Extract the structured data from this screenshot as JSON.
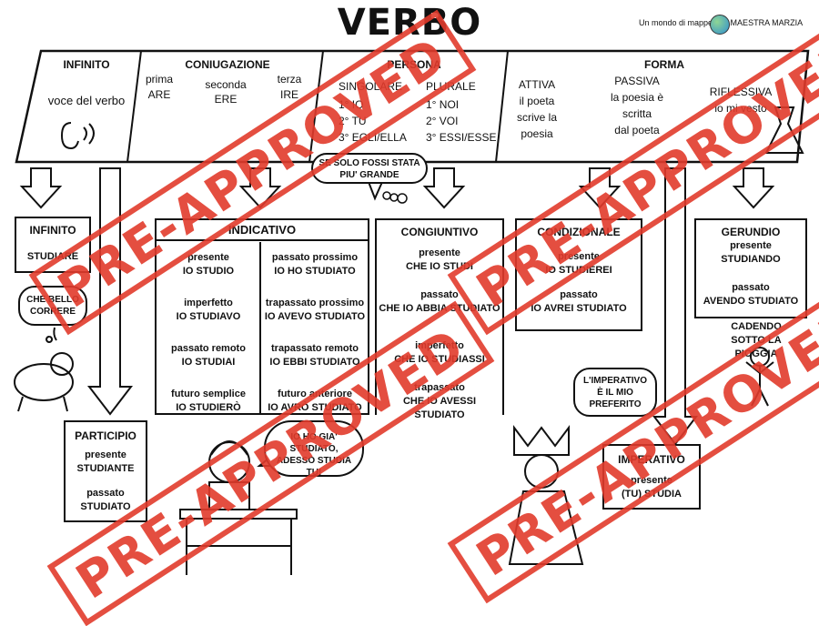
{
  "title": "VERBO",
  "brand": "Un mondo di mappe con MAESTRA MARZIA",
  "header": {
    "infinito": {
      "title": "INFINITO",
      "text": "voce del verbo"
    },
    "coniugazione": {
      "title": "CONIUGAZIONE",
      "prima": "prima",
      "prima_val": "ARE",
      "seconda": "seconda",
      "seconda_val": "ERE",
      "terza": "terza",
      "terza_val": "IRE"
    },
    "persona": {
      "title": "PERSONA",
      "singolare": "SINGOLARE",
      "plurale": "PLURALE",
      "sing": [
        "1° IO",
        "2° TU",
        "3° EGLI/ELLA"
      ],
      "plur": [
        "1° NOI",
        "2° VOI",
        "3° ESSI/ESSE"
      ]
    },
    "forma": {
      "title": "FORMA",
      "attiva": [
        "ATTIVA",
        "il poeta",
        "scrive la",
        "poesia"
      ],
      "passiva": [
        "PASSIVA",
        "la poesia è",
        "scritta",
        "dal poeta"
      ],
      "riflessiva": [
        "RIFLESSIVA",
        "io mi vesto"
      ]
    }
  },
  "bubble_ant": "SE SOLO FOSSI STATA PIU' GRANDE",
  "bubble_leopard": "CHE BELLO CORRERE",
  "bubble_girl": "IO HO GIA' STUDIATO, ADESSO STUDIA TU!",
  "bubble_king": "L'IMPERATIVO È IL MIO PREFERITO",
  "infinito_box": {
    "title": "INFINITO",
    "value": "STUDIARE"
  },
  "indicativo": {
    "title": "INDICATIVO",
    "left": [
      [
        "presente",
        "IO STUDIO"
      ],
      [
        "imperfetto",
        "IO STUDIAVO"
      ],
      [
        "passato remoto",
        "IO STUDIAI"
      ],
      [
        "futuro semplice",
        "IO STUDIERÒ"
      ]
    ],
    "right": [
      [
        "passato prossimo",
        "IO HO STUDIATO"
      ],
      [
        "trapassato prossimo",
        "IO AVEVO STUDIATO"
      ],
      [
        "trapassato remoto",
        "IO EBBI STUDIATO"
      ],
      [
        "futuro anteriore",
        "IO AVRÒ STUDIATO"
      ]
    ]
  },
  "congiuntivo": {
    "title": "CONGIUNTIVO",
    "items": [
      [
        "presente",
        "CHE IO STUDI"
      ],
      [
        "passato",
        "CHE IO ABBIA STUDIATO"
      ],
      [
        "imperfetto",
        "CHE IO STUDIASSI"
      ],
      [
        "trapassato",
        "CHE IO AVESSI STUDIATO"
      ]
    ]
  },
  "condizionale": {
    "title": "CONDIZIONALE",
    "items": [
      [
        "presente",
        "IO STUDIEREI"
      ],
      [
        "passato",
        "IO AVREI STUDIATO"
      ]
    ]
  },
  "gerundio": {
    "title": "GERUNDIO",
    "items": [
      [
        "presente",
        "STUDIANDO"
      ],
      [
        "passato",
        "AVENDO STUDIATO"
      ]
    ],
    "note": "CADENDO SOTTO LA PIOGGIA"
  },
  "participio": {
    "title": "PARTICIPIO",
    "items": [
      [
        "presente",
        "STUDIANTE"
      ],
      [
        "passato",
        "STUDIATO"
      ]
    ]
  },
  "imperativo": {
    "title": "IMPERATIVO",
    "items": [
      [
        "presente",
        "(TU) STUDIA"
      ]
    ]
  },
  "stamp": "PRE-APPROVED"
}
